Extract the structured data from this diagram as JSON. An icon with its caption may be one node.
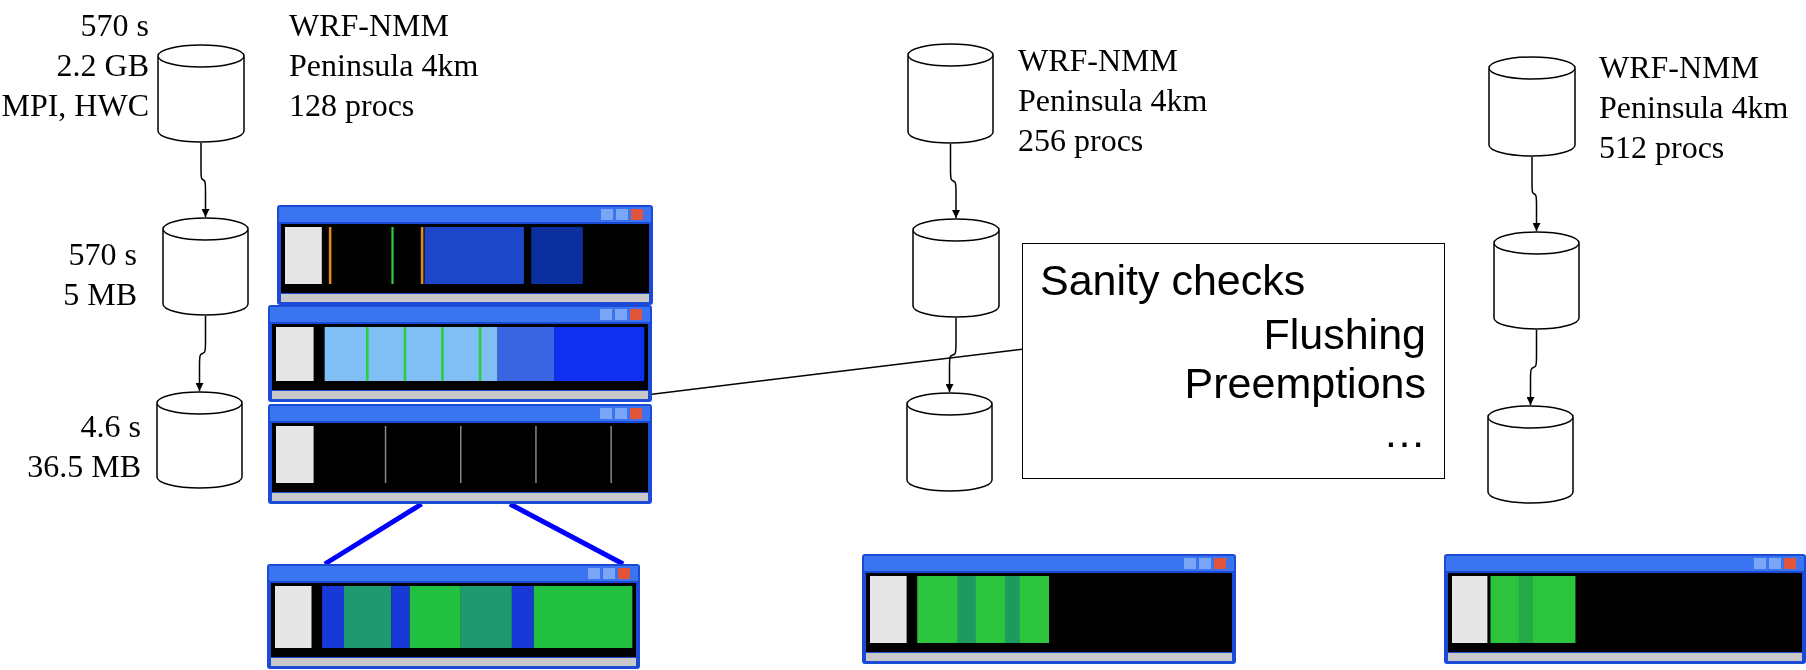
{
  "diagram": {
    "nodes": [
      {
        "text": [],
        "shape": "cylinder",
        "beside": [
          "570 s 2.2 GB MPI, HWC",
          "WRF-NMM Peninsula 4km 128 procs"
        ]
      },
      {
        "text": [],
        "shape": "cylinder",
        "beside": [
          "570 s 5 MB"
        ]
      },
      {
        "text": [],
        "shape": "cylinder",
        "beside": [
          "4.6 s 36.5 MB"
        ]
      },
      {
        "text": [],
        "shape": "picture"
      },
      {
        "text": [],
        "shape": "picture"
      },
      {
        "text": [],
        "shape": "picture"
      },
      {
        "text": [],
        "shape": "cylinder",
        "beside": [
          "WRF-NMM Peninsula 4km 256 procs"
        ]
      },
      {
        "text": [],
        "shape": "cylinder"
      },
      {
        "text": [
          "Sanity checks",
          "Flushing",
          "Preemptions",
          "…"
        ]
      },
      {
        "text": [],
        "shape": "cylinder"
      },
      {
        "text": [],
        "shape": "cylinder",
        "beside": [
          "WRF-NMM Peninsula 4km 512 procs"
        ]
      },
      {
        "text": [],
        "shape": "cylinder"
      },
      {
        "text": [],
        "shape": "cylinder"
      }
    ],
    "edges": [
      {
        "from": 0,
        "to": 1,
        "arrow": "to"
      },
      {
        "from": 1,
        "to": 2,
        "arrow": "to"
      },
      {
        "from": 4,
        "to": 5,
        "arrow": "none",
        "style": "thick",
        "color": "#0000ff"
      },
      {
        "from": 4,
        "to": 5,
        "arrow": "none",
        "style": "thick",
        "color": "#0000ff"
      },
      {
        "from": 3,
        "to": 8,
        "arrow": "none"
      },
      {
        "from": 6,
        "to": 7,
        "arrow": "to"
      },
      {
        "from": 7,
        "to": 9,
        "arrow": "to"
      },
      {
        "from": 10,
        "to": 11,
        "arrow": "to"
      },
      {
        "from": 11,
        "to": 12,
        "arrow": "to"
      }
    ]
  }
}
